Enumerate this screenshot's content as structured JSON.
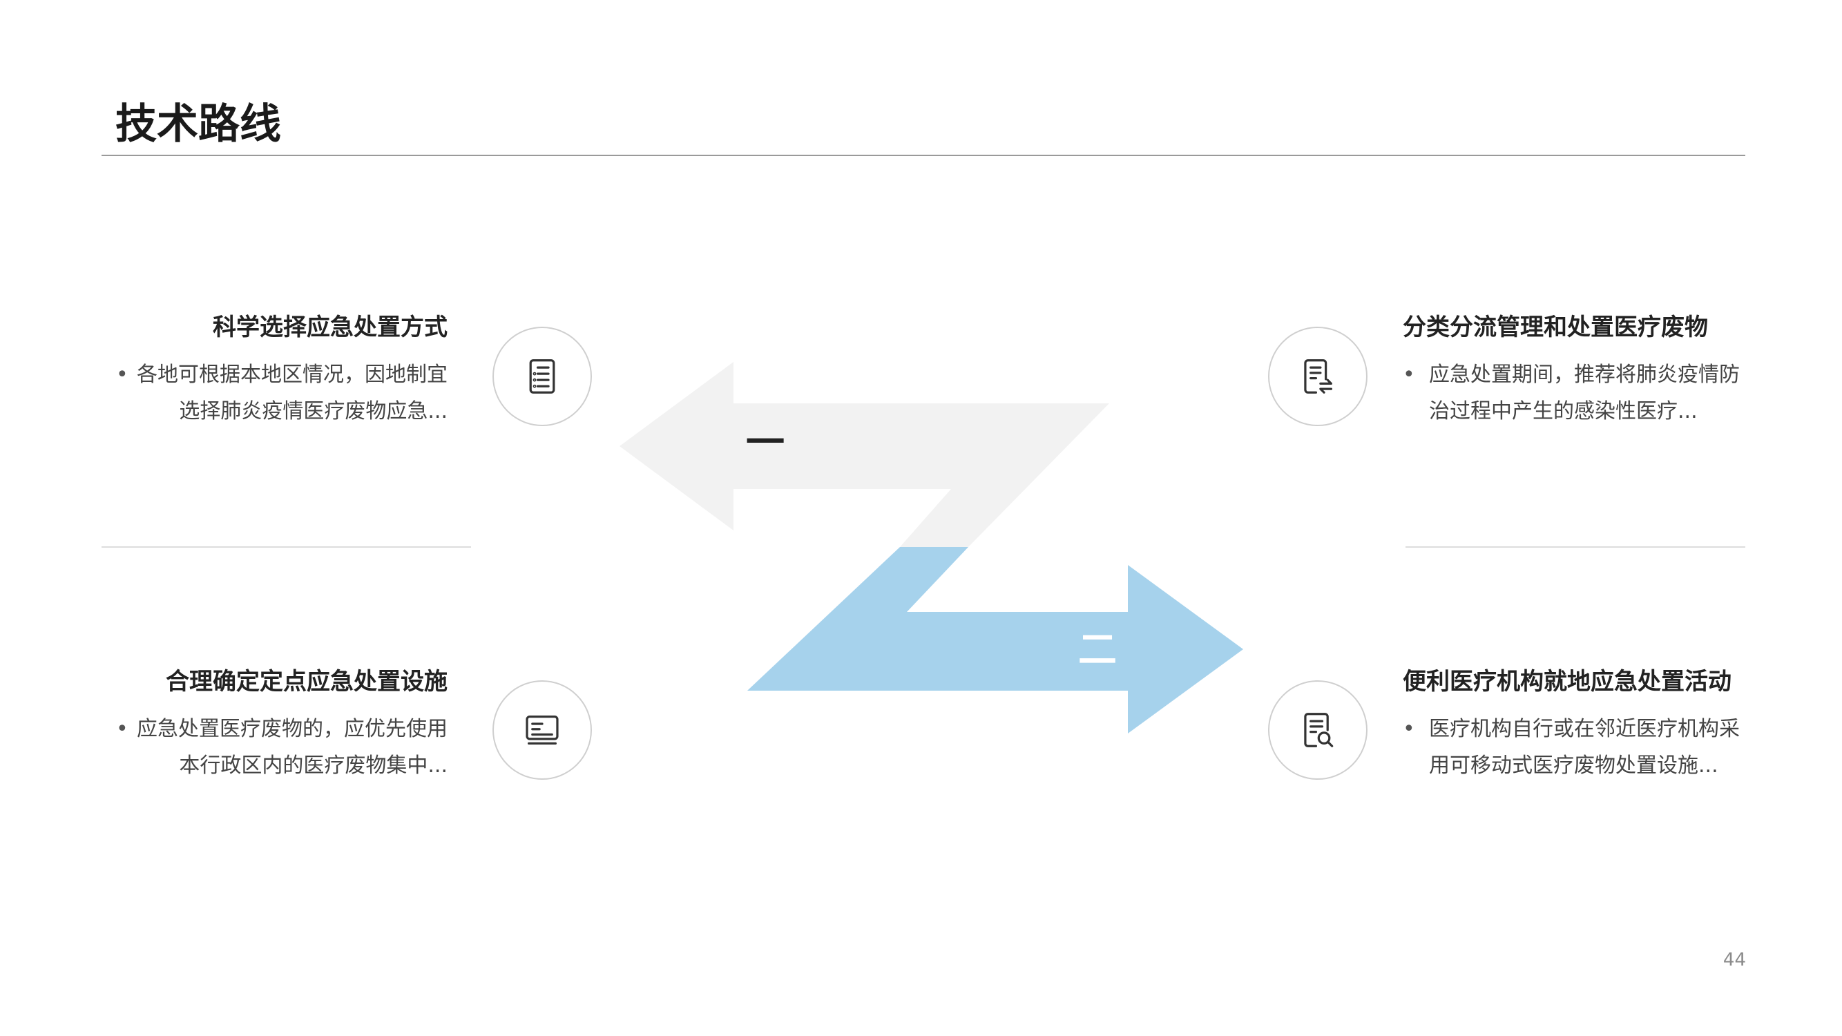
{
  "page": {
    "title": "技术路线",
    "page_number": "44"
  },
  "blocks": {
    "top_left": {
      "heading": "科学选择应急处置方式",
      "bullet": "•",
      "line1": "各地可根据本地区情况，因地制宜",
      "line2": "选择肺炎疫情医疗废物应急...",
      "icon": "document-list-icon"
    },
    "bottom_left": {
      "heading": "合理确定定点应急处置设施",
      "bullet": "•",
      "line1": "应急处置医疗废物的，应优先使用",
      "line2": "本行政区内的医疗废物集中...",
      "icon": "monitor-icon"
    },
    "top_right": {
      "heading": "分类分流管理和处置医疗废物",
      "bullet": "•",
      "line1": "应急处置期间，推荐将肺炎疫情防",
      "line2": "治过程中产生的感染性医疗...",
      "icon": "document-exchange-icon"
    },
    "bottom_right": {
      "heading": "便利医疗机构就地应急处置活动",
      "bullet": "•",
      "line1": "医疗机构自行或在邻近医疗机构采",
      "line2": "用可移动式医疗废物处置设施...",
      "icon": "document-search-icon"
    }
  },
  "arrows": {
    "upper_label": "一",
    "lower_label": "二",
    "upper_color": "#f2f2f2",
    "lower_color": "#a6d2ec"
  },
  "colors": {
    "rule": "#9a9a9a",
    "icon_stroke": "#333333"
  }
}
